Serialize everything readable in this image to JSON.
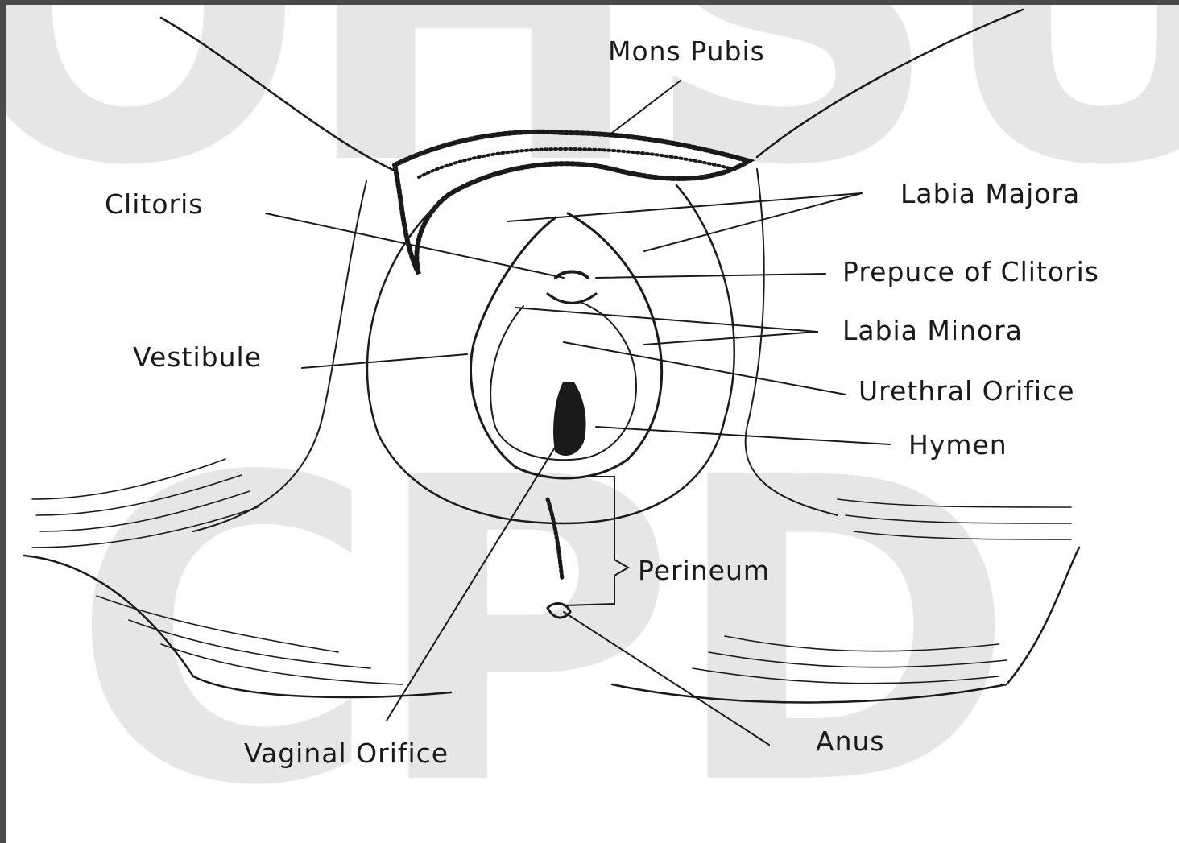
{
  "watermark": {
    "line1": "OHSU",
    "line2": "CPD"
  },
  "labels": {
    "mons_pubis": "Mons Pubis",
    "clitoris": "Clitoris",
    "labia_majora": "Labia Majora",
    "prepuce": "Prepuce of Clitoris",
    "labia_minora": "Labia Minora",
    "vestibule": "Vestibule",
    "urethral_orifice": "Urethral Orifice",
    "hymen": "Hymen",
    "perineum": "Perineum",
    "vaginal_orifice": "Vaginal Orifice",
    "anus": "Anus"
  },
  "colors": {
    "ink": "#1a1a1a",
    "watermark": "#e6e6e6",
    "border": "#4a4a4a",
    "paper": "#ffffff"
  }
}
